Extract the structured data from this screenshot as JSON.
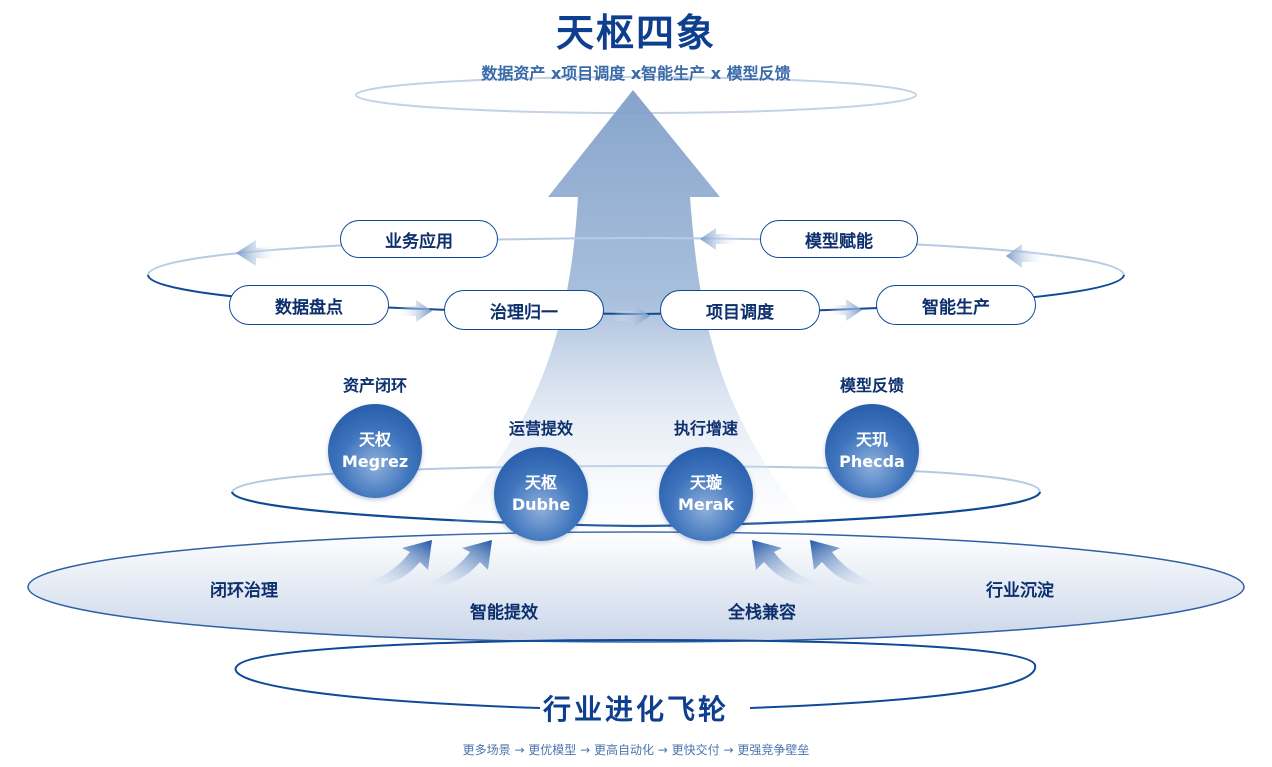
{
  "header": {
    "title": "天枢四象",
    "subtitle": "数据资产 x项目调度 x智能生产 x 模型反馈"
  },
  "loop": {
    "top_nodes": [
      "业务应用",
      "模型赋能"
    ],
    "bottom_nodes": [
      "数据盘点",
      "治理归一",
      "项目调度",
      "智能生产"
    ]
  },
  "stars": [
    {
      "label": "资产闭环",
      "name_cn": "天权",
      "name_en": "Megrez"
    },
    {
      "label": "运营提效",
      "name_cn": "天枢",
      "name_en": "Dubhe"
    },
    {
      "label": "执行增速",
      "name_cn": "天璇",
      "name_en": "Merak"
    },
    {
      "label": "模型反馈",
      "name_cn": "天玑",
      "name_en": "Phecda"
    }
  ],
  "base": {
    "labels": [
      "闭环治理",
      "智能提效",
      "全栈兼容",
      "行业沉淀"
    ]
  },
  "footer": {
    "title": "行业进化飞轮",
    "subtitle": "更多场景 → 更优模型 → 更高自动化 → 更快交付 → 更强竞争壁垒"
  },
  "colors": {
    "primary": "#0e3f8f",
    "accent": "#1a4fa0",
    "arrow": "#8aa8cf"
  }
}
